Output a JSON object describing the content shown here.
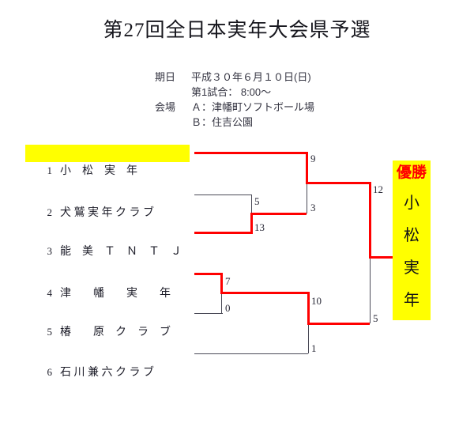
{
  "title": "第27回全日本実年大会県予選",
  "info": [
    {
      "label": "期日",
      "value": "平成３０年６月１０日(日)"
    },
    {
      "label": "",
      "value": "第1試合： 8:00〜"
    },
    {
      "label": "会場",
      "value": "Ａ：津幡町ソフトボール場"
    },
    {
      "label": "",
      "value": "Ｂ：住吉公園"
    }
  ],
  "teams": [
    {
      "seed": "1",
      "name": "小　松　実　年",
      "highlight": true
    },
    {
      "seed": "2",
      "name": "犬 鷲 実 年 ク ラ ブ",
      "highlight": false
    },
    {
      "seed": "3",
      "name": "能　美　Ｔ　Ｎ　Ｔ　Ｊ",
      "highlight": false
    },
    {
      "seed": "4",
      "name": "津　　幡　　実　　年",
      "highlight": false
    },
    {
      "seed": "5",
      "name": "椿　　原　ク　ラ　ブ",
      "highlight": false
    },
    {
      "seed": "6",
      "name": "石 川 兼 六 ク ラ ブ",
      "highlight": false
    }
  ],
  "scores": {
    "r1_upper_top": "5",
    "r1_upper_bottom": "13",
    "r1_lower_top": "7",
    "r1_lower_bottom": "0",
    "r2_upper_top": "9",
    "r2_upper_bottom": "3",
    "r2_lower_top": "10",
    "r2_lower_bottom": "1",
    "final_top": "12",
    "final_bottom": "5"
  },
  "champion": {
    "label": "優勝",
    "name_chars": [
      "小",
      "松",
      "実",
      "年"
    ]
  },
  "colors": {
    "winner_line": "#ff0000",
    "normal_line": "#4a4a57",
    "highlight": "#ffff00",
    "champion_label": "#ff0000"
  }
}
